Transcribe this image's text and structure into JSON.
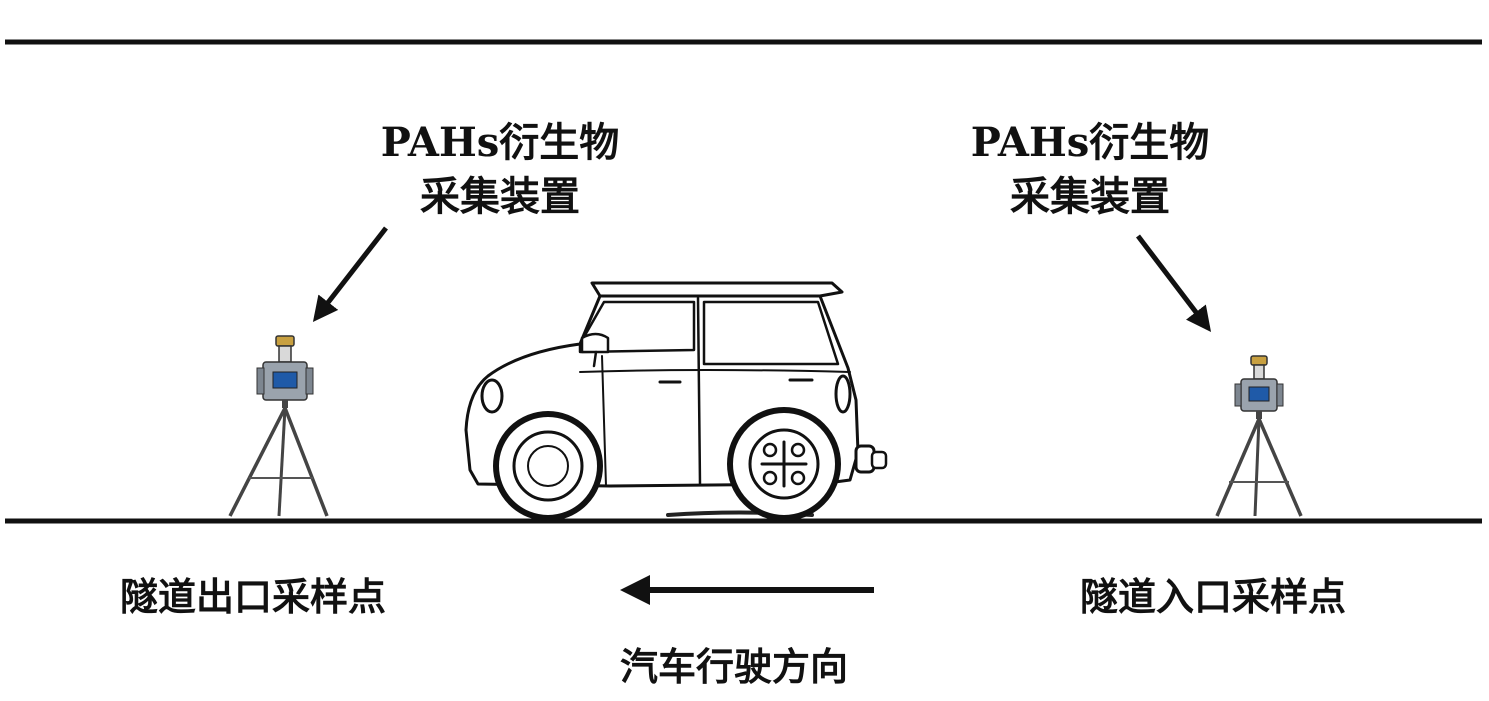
{
  "labels": {
    "left_device": {
      "line1": "PAHs衍生物",
      "line2": "采集装置"
    },
    "right_device": {
      "line1": "PAHs衍生物",
      "line2": "采集装置"
    },
    "exit_point": "隧道出口采样点",
    "entrance_point": "隧道入口采样点",
    "direction": "汽车行驶方向"
  },
  "colors": {
    "line": "#111111",
    "device_body": "#9aa3ad",
    "device_screen": "#1f5aa8",
    "device_cap": "#c8a040"
  },
  "icons": {
    "sampler": "sampler-on-tripod-icon",
    "car": "car-icon",
    "arrow": "arrow-left-icon"
  }
}
